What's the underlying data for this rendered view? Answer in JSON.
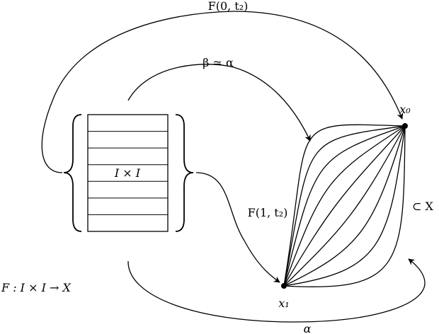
{
  "labels": {
    "f0t2": "F(0, t₂)",
    "beta_alpha": "β ≃ α",
    "ixi": "I × I",
    "f1t2": "F(1, t₂)",
    "subset_x": "⊂ X",
    "x0": "x₀",
    "x1": "x₁",
    "map": "F : I × I → X",
    "alpha": "α"
  },
  "square": {
    "strips": 7
  },
  "paths": {
    "count": 9
  }
}
